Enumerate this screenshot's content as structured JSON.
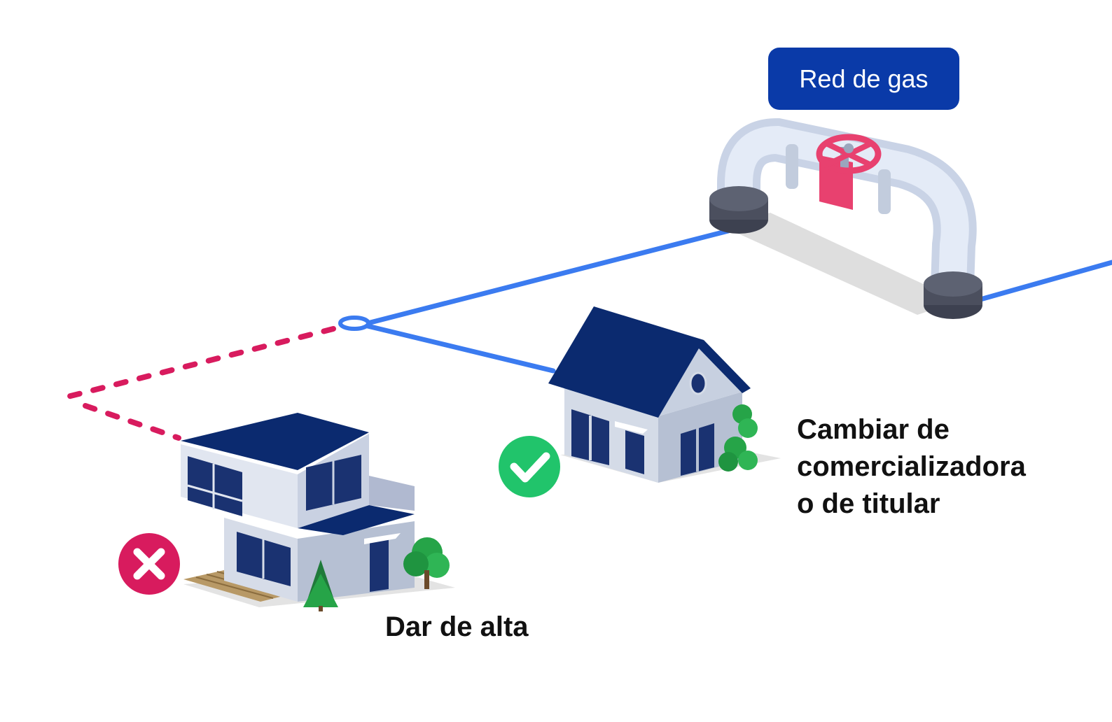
{
  "network": {
    "label": "Red de gas",
    "color_line": "#3b7bf0",
    "color_dotted": "#d81b5e",
    "color_badge": "#0a3aa8"
  },
  "options": [
    {
      "id": "change",
      "lines": [
        "Cambiar de",
        "comercializadora",
        "o de titular"
      ],
      "status": "allowed",
      "status_icon": "check-icon",
      "status_color": "#21c46b"
    },
    {
      "id": "new",
      "label": "Dar de alta",
      "status": "not-allowed",
      "status_icon": "x-icon",
      "status_color": "#d81b5e"
    }
  ]
}
